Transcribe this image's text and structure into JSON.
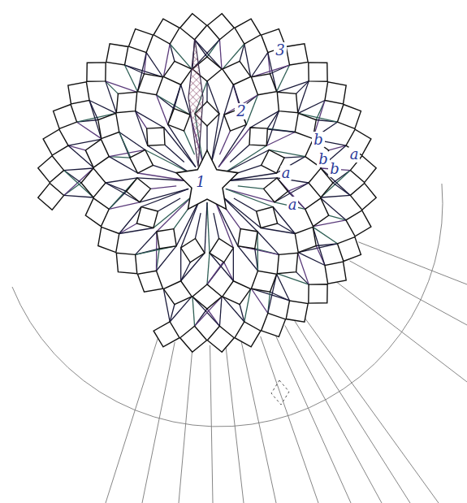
{
  "diagram": {
    "labels": [
      "3",
      "2",
      "1",
      "b",
      "a",
      "b",
      "b",
      "a",
      "a"
    ]
  }
}
